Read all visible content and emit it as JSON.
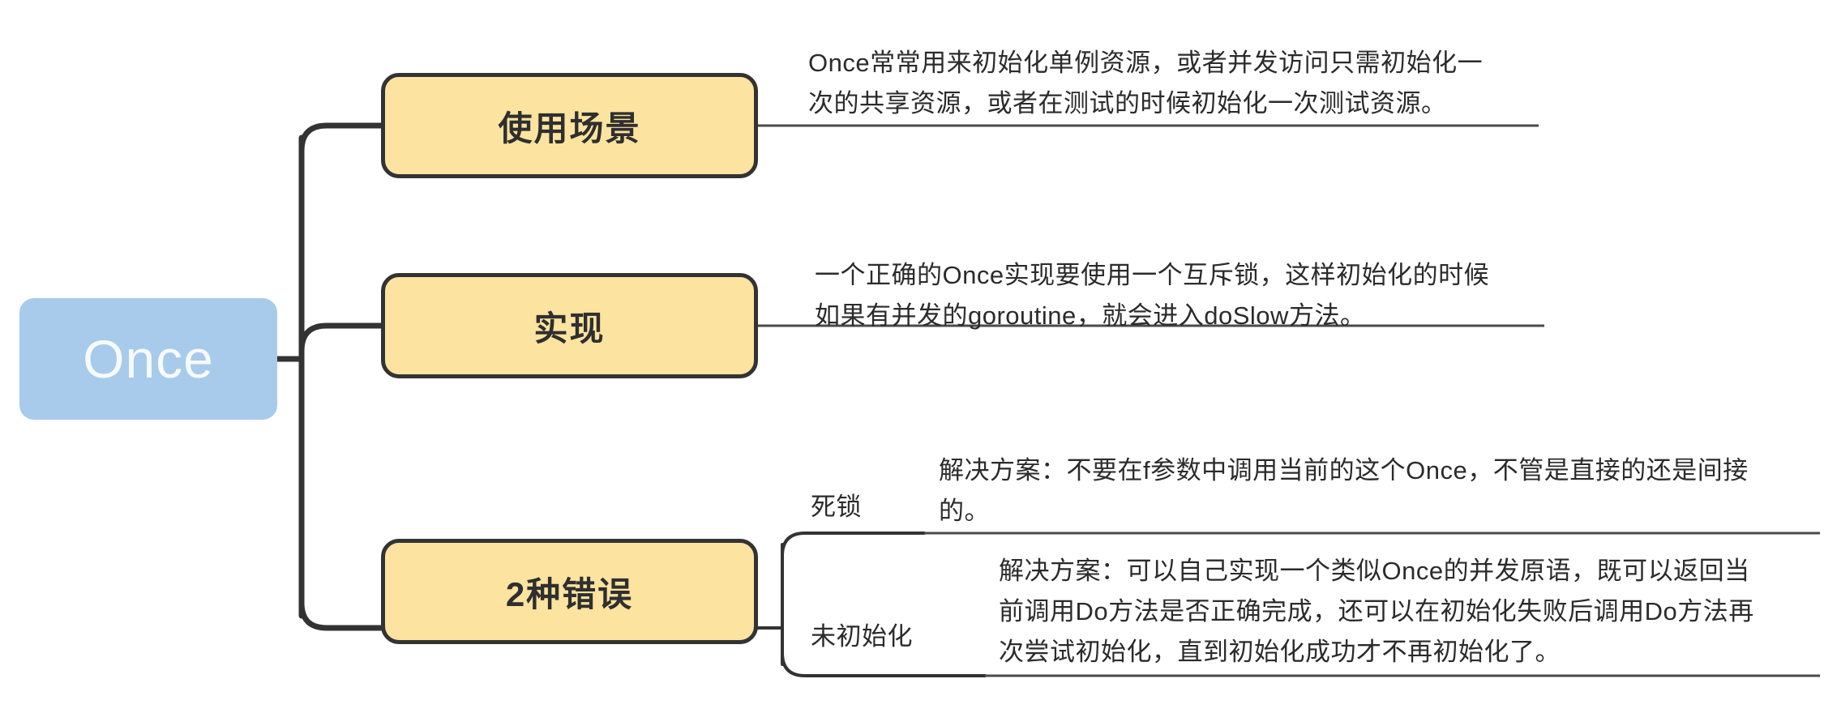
{
  "diagram": {
    "type": "mindmap",
    "title": "Once",
    "orientation": "left-to-right",
    "colors": {
      "root_fill": "#a8cbeb",
      "root_text": "#f7f9fb",
      "branch_fill": "#fce3a0",
      "branch_border": "#333333",
      "branch_text": "#2f2f2f",
      "note_text": "#2b2b2b",
      "connector": "#333333",
      "background": "#ffffff"
    },
    "root": {
      "label": "Once"
    },
    "branches": [
      {
        "label": "使用场景",
        "note": "Once常常用来初始化单例资源，或者并发访问只需初始化一\n次的共享资源，或者在测试的时候初始化一次测试资源。",
        "children": []
      },
      {
        "label": "实现",
        "note": "一个正确的Once实现要使用一个互斥锁，这样初始化的时候\n如果有并发的goroutine，就会进入doSlow方法。",
        "children": []
      },
      {
        "label": "2种错误",
        "note": "",
        "children": [
          {
            "label": "死锁",
            "note": "解决方案：不要在f参数中调用当前的这个Once，不管是直接的还是间接\n的。"
          },
          {
            "label": "未初始化",
            "note": "解决方案：可以自己实现一个类似Once的并发原语，既可以返回当\n前调用Do方法是否正确完成，还可以在初始化失败后调用Do方法再\n次尝试初始化，直到初始化成功才不再初始化了。"
          }
        ]
      }
    ]
  }
}
